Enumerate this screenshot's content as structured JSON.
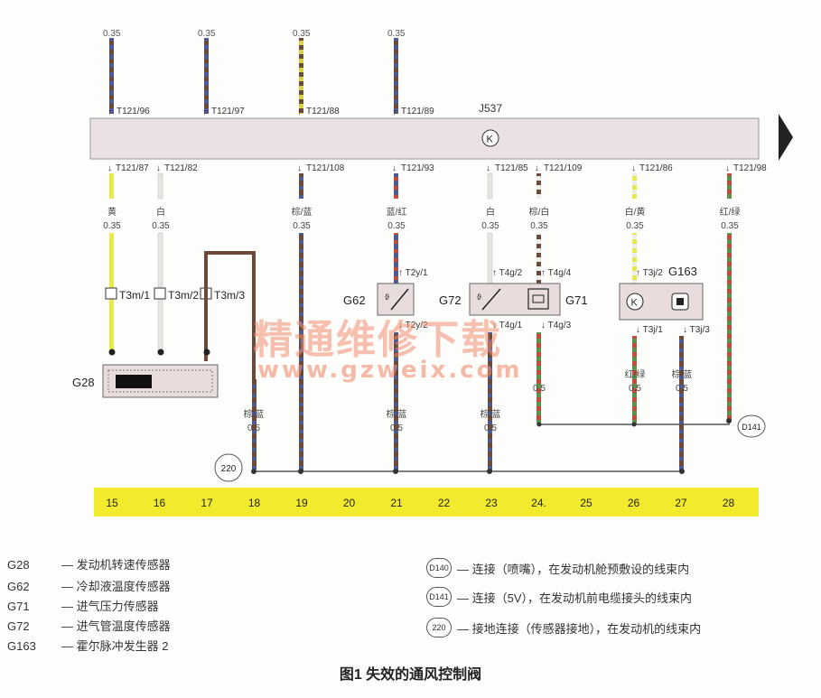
{
  "ecu": {
    "name": "J537",
    "symbol": "K"
  },
  "top_pins": [
    {
      "pin": "T121/96",
      "gauge": "0.35"
    },
    {
      "pin": "T121/97",
      "gauge": "0.35"
    },
    {
      "pin": "T121/88",
      "gauge": "0.35"
    },
    {
      "pin": "T121/89",
      "gauge": "0.35"
    }
  ],
  "bottom_pins": [
    {
      "pin": "T121/87",
      "color_label": "黄",
      "gauge": "0.35"
    },
    {
      "pin": "T121/82",
      "color_label": "白",
      "gauge": "0.35"
    },
    {
      "pin": "T121/108",
      "color_label": "棕/蓝",
      "gauge": "0.35"
    },
    {
      "pin": "T121/93",
      "color_label": "蓝/红",
      "gauge": "0.35"
    },
    {
      "pin": "T121/85",
      "color_label": "白",
      "gauge": "0.35"
    },
    {
      "pin": "T121/109",
      "color_label": "棕/白",
      "gauge": "0.35"
    },
    {
      "pin": "T121/86",
      "color_label": "白/黄",
      "gauge": "0.35"
    },
    {
      "pin": "T121/98",
      "color_label": "红/绿",
      "gauge": "0.35"
    }
  ],
  "connectors": {
    "t3m1": "T3m/1",
    "t3m2": "T3m/2",
    "t3m3": "T3m/3",
    "t2y1": "T2y/1",
    "t2y2": "T2y/2",
    "t4g2": "T4g/2",
    "t4g4": "T4g/4",
    "t4g1": "T4g/1",
    "t4g3": "T4g/3",
    "t3j2": "T3j/2",
    "t3j1": "T3j/1",
    "t3j3": "T3j/3"
  },
  "component_labels": {
    "g28": "G28",
    "g62": "G62",
    "g71": "G71",
    "g72": "G72",
    "g163": "G163"
  },
  "lower_wires": [
    {
      "id": "w18",
      "color_label": "棕/蓝",
      "gauge": "0.5"
    },
    {
      "id": "w21",
      "color_label": "棕/蓝",
      "gauge": "0.5"
    },
    {
      "id": "w23",
      "color_label": "棕/蓝",
      "gauge": "0.5"
    },
    {
      "id": "w26",
      "color_label": "红/绿",
      "gauge": "0.5"
    },
    {
      "id": "w27",
      "color_label": "棕/蓝",
      "gauge": "0.5"
    }
  ],
  "w24_gauge": "0.5",
  "junctions": {
    "j220": "220",
    "d141": "D141"
  },
  "track_numbers": [
    "15",
    "16",
    "17",
    "18",
    "19",
    "20",
    "21",
    "22",
    "23",
    "24.",
    "25",
    "26",
    "27",
    "28"
  ],
  "legend_left": [
    {
      "code": "G28",
      "desc": "— 发动机转速传感器"
    },
    {
      "code": "G62",
      "desc": "— 冷却液温度传感器"
    },
    {
      "code": "G71",
      "desc": "— 进气压力传感器"
    },
    {
      "code": "G72",
      "desc": "— 进气管温度传感器"
    },
    {
      "code": "G163",
      "desc": "— 霍尔脉冲发生器 2"
    }
  ],
  "legend_right": [
    {
      "symbol": "D140",
      "desc": "— 连接（喷嘴），在发动机舱预敷设的线束内"
    },
    {
      "symbol": "D141",
      "desc": "— 连接（5V），在发动机前电缆接头的线束内"
    },
    {
      "symbol": "220",
      "desc": "— 接地连接（传感器接地），在发动机的线束内"
    }
  ],
  "caption": "图1  失效的通风控制阀",
  "watermark": {
    "cn": "精通维修下载",
    "url": "www.gzweix.com"
  },
  "colors": {
    "ecu_box": "#ebe0e2",
    "track_bar": "#f2ea2c",
    "brown": "#6b4a3a",
    "blue": "#4c5a98",
    "yellow": "#e8e84a",
    "red": "#c8483a",
    "green": "#58934a",
    "white_wire": "#e6e6e0",
    "watermark": "#f08c6e"
  }
}
